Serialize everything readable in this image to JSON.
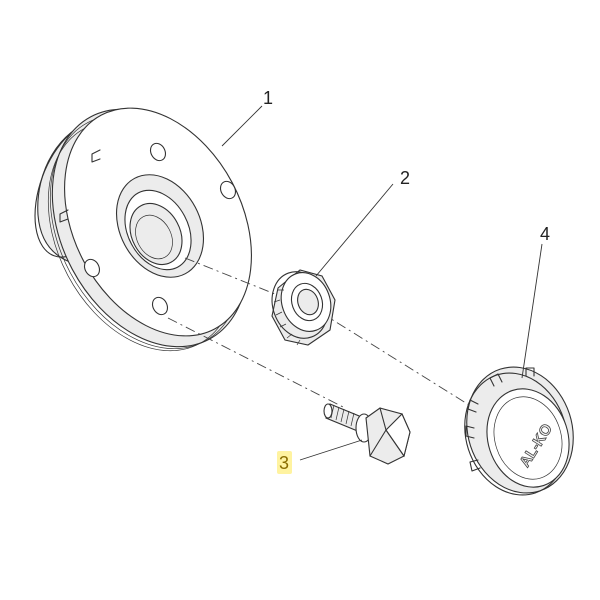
{
  "diagram": {
    "parts": [
      {
        "number": "1",
        "part": "hub"
      },
      {
        "number": "2",
        "part": "nut"
      },
      {
        "number": "3",
        "part": "bolt"
      },
      {
        "number": "4",
        "part": "cap"
      }
    ],
    "highlighted_part": "3",
    "highlight_color": "#fff3a0",
    "line_color": "#333333",
    "cap_logo": "AL-KO"
  }
}
